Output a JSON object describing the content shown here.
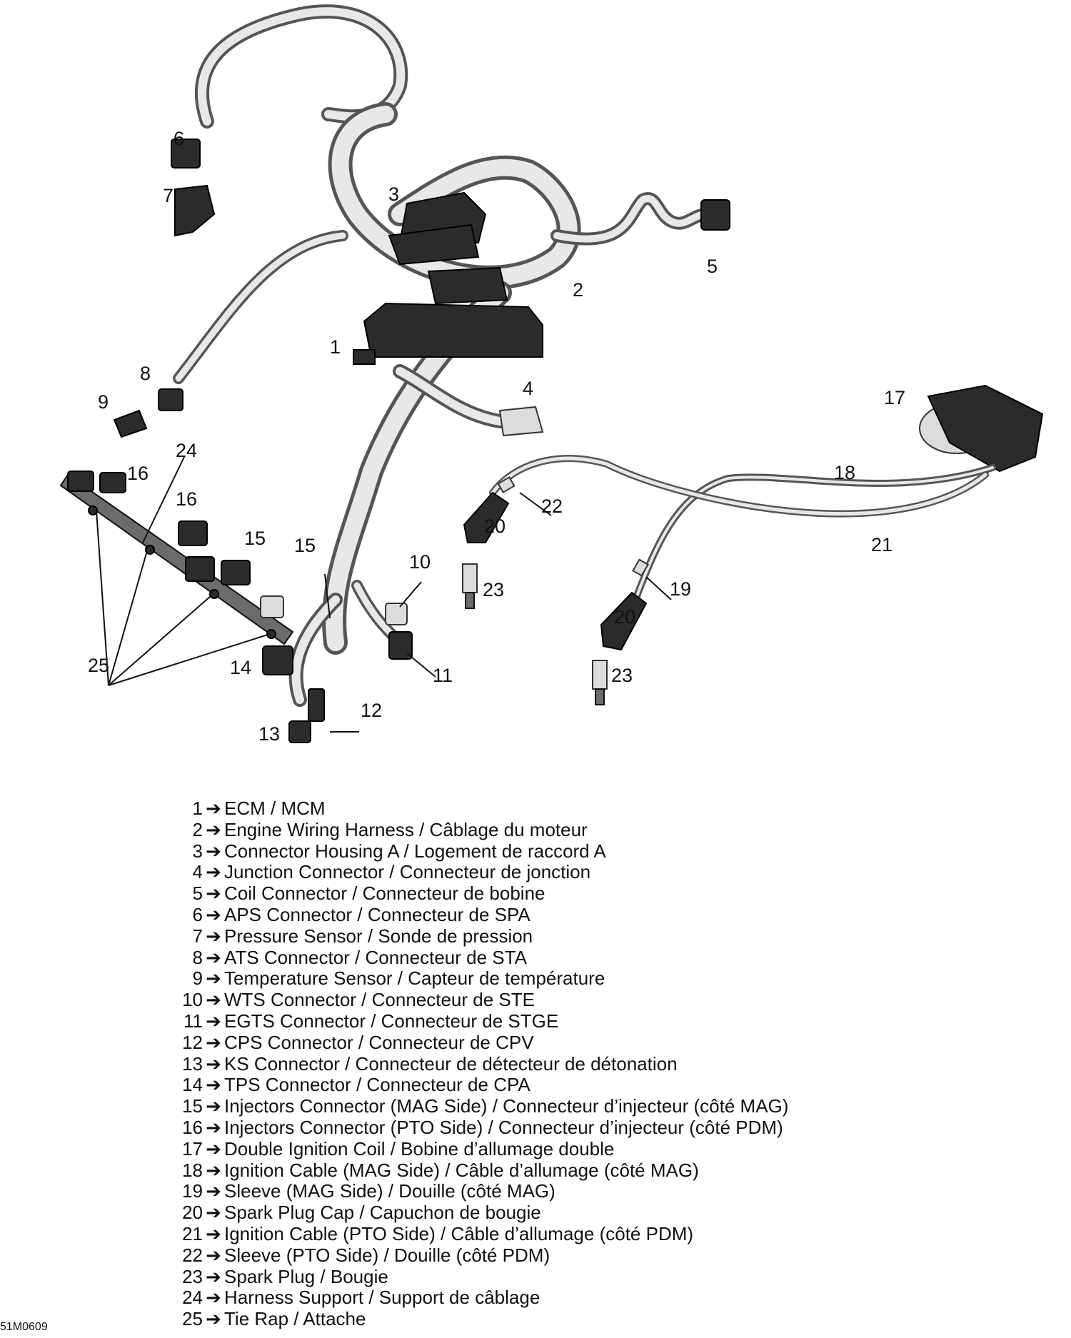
{
  "callouts": [
    {
      "id": "c6",
      "text": "6"
    },
    {
      "id": "c7",
      "text": "7"
    },
    {
      "id": "c3",
      "text": "3"
    },
    {
      "id": "c5",
      "text": "5"
    },
    {
      "id": "c2",
      "text": "2"
    },
    {
      "id": "c1",
      "text": "1"
    },
    {
      "id": "c8",
      "text": "8"
    },
    {
      "id": "c9",
      "text": "9"
    },
    {
      "id": "c4",
      "text": "4"
    },
    {
      "id": "c17",
      "text": "17"
    },
    {
      "id": "c24",
      "text": "24"
    },
    {
      "id": "c16a",
      "text": "16"
    },
    {
      "id": "c16b",
      "text": "16"
    },
    {
      "id": "c18",
      "text": "18"
    },
    {
      "id": "c22",
      "text": "22"
    },
    {
      "id": "c20a",
      "text": "20"
    },
    {
      "id": "c15a",
      "text": "15"
    },
    {
      "id": "c15b",
      "text": "15"
    },
    {
      "id": "c21",
      "text": "21"
    },
    {
      "id": "c10",
      "text": "10"
    },
    {
      "id": "c23a",
      "text": "23"
    },
    {
      "id": "c19",
      "text": "19"
    },
    {
      "id": "c20b",
      "text": "20"
    },
    {
      "id": "c25",
      "text": "25"
    },
    {
      "id": "c14",
      "text": "14"
    },
    {
      "id": "c11",
      "text": "11"
    },
    {
      "id": "c23b",
      "text": "23"
    },
    {
      "id": "c12",
      "text": "12"
    },
    {
      "id": "c13",
      "text": "13"
    }
  ],
  "legend": {
    "arrow": "➔",
    "items": [
      {
        "num": "1",
        "label": "ECM / MCM"
      },
      {
        "num": "2",
        "label": "Engine Wiring Harness / Câblage du moteur"
      },
      {
        "num": "3",
        "label": "Connector Housing A / Logement de raccord A"
      },
      {
        "num": "4",
        "label": "Junction Connector / Connecteur de jonction"
      },
      {
        "num": "5",
        "label": "Coil Connector / Connecteur de bobine"
      },
      {
        "num": "6",
        "label": "APS Connector / Connecteur de SPA"
      },
      {
        "num": "7",
        "label": "Pressure Sensor / Sonde de pression"
      },
      {
        "num": "8",
        "label": "ATS Connector / Connecteur de STA"
      },
      {
        "num": "9",
        "label": "Temperature Sensor / Capteur de température"
      },
      {
        "num": "10",
        "label": "WTS Connector / Connecteur de STE"
      },
      {
        "num": "11",
        "label": "EGTS Connector / Connecteur de STGE"
      },
      {
        "num": "12",
        "label": "CPS Connector / Connecteur de CPV"
      },
      {
        "num": "13",
        "label": "KS Connector / Connecteur de détecteur de détonation"
      },
      {
        "num": "14",
        "label": "TPS Connector / Connecteur de CPA"
      },
      {
        "num": "15",
        "label": "Injectors Connector (MAG Side) / Connecteur d’injecteur (côté MAG)"
      },
      {
        "num": "16",
        "label": "Injectors Connector (PTO Side) / Connecteur d’injecteur (côté PDM)"
      },
      {
        "num": "17",
        "label": "Double Ignition Coil / Bobine d’allumage double"
      },
      {
        "num": "18",
        "label": "Ignition Cable (MAG Side) / Câble d’allumage (côté MAG)"
      },
      {
        "num": "19",
        "label": "Sleeve (MAG Side) / Douille (côté MAG)"
      },
      {
        "num": "20",
        "label": "Spark Plug Cap / Capuchon de bougie"
      },
      {
        "num": "21",
        "label": "Ignition Cable (PTO Side) / Câble d’allumage (côté PDM)"
      },
      {
        "num": "22",
        "label": "Sleeve (PTO Side) / Douille (côté PDM)"
      },
      {
        "num": "23",
        "label": "Spark Plug / Bougie"
      },
      {
        "num": "24",
        "label": "Harness Support / Support de câblage"
      },
      {
        "num": "25",
        "label": "Tie Rap / Attache"
      }
    ]
  },
  "figure_code": "51M0609"
}
